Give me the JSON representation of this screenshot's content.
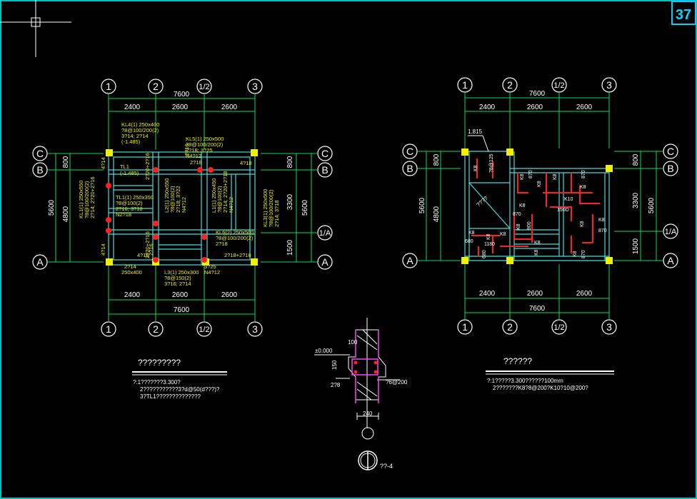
{
  "sheet": {
    "page_number": "37"
  },
  "grid_labels": {
    "g1": "1",
    "g2": "2",
    "g_half2": "1/2",
    "g3": "3",
    "gA": "A",
    "gB": "B",
    "gC": "C",
    "g_halfA": "1/A"
  },
  "dims": {
    "total_x": "7600",
    "span1": "2400",
    "span2": "2600",
    "span3": "2600",
    "total_y": "5600",
    "ab": "4800",
    "bc": "800",
    "left_a_b": "4800",
    "right_a_halfa": "1500",
    "right_halfa_b": "3300"
  },
  "left_plan": {
    "elevation": "(-1.485)",
    "beams": {
      "kl4": [
        "KL4(1) 250x400",
        "?8@100/200(2)",
        "3?14; 2?14",
        "(-1.485)"
      ],
      "kl5": [
        "KL5(1) 250x500",
        "?8@100/200(2)",
        "2?18; 3?25",
        "N4?12"
      ],
      "tl1": [
        "TL1",
        "(-1.485)"
      ],
      "kl1": [
        "KL1(1) 250x550",
        "?8@100/200(2)",
        "2?14; 2?20+2?16"
      ],
      "tl1b": [
        "TL1(1) 250x350",
        "?8@100(2)",
        "2?16; 3?18",
        "N2?18"
      ],
      "l2": [
        "L2(1) 250x550",
        "?8@100(2)",
        "2?18; 3?22",
        "N4?12"
      ],
      "l1": [
        "L1(1) 250x450",
        "?8@100(2)",
        "2?14; 2?20+2?18",
        "N4?12"
      ],
      "kl3": [
        "KL3(1) 250x500",
        "?8@100/200(2)",
        "2?14; 3?18"
      ],
      "kl6": [
        "KL6(2) 250x500",
        "?8@100/200(2)",
        "2?18"
      ],
      "l3": [
        "L3(1) 250x300",
        "?8@150(2)",
        "3?16; 2?14"
      ],
      "bottom": [
        "2?14",
        "250x400"
      ],
      "small": [
        "4?14",
        "4?18",
        "4?14",
        "2?16",
        "2?20+2?16",
        "2?16",
        "2?20+2?16",
        "4?18",
        "2?18+2?16",
        "3?25",
        "N4?12",
        "2?18",
        "4?18",
        "4?14"
      ]
    },
    "notes_title": "?????????",
    "notes": [
      "?:1???????3.300?",
      "2???????????3?d@50(d???)?",
      "3?TL1??????????????"
    ]
  },
  "right_plan": {
    "elevation": "1.815",
    "stair_label": "????",
    "bars": [
      "K8",
      "K8",
      "K8",
      "K8",
      "K8",
      "K8",
      "K8",
      "K8",
      "K8",
      "K8",
      "K10",
      "K8",
      "K8",
      "K8",
      "K8",
      "K8"
    ],
    "lengths": [
      "?8@125",
      "870",
      "870",
      "870",
      "150D",
      "870",
      "900",
      "1180",
      "680",
      "680",
      "870",
      "870"
    ],
    "notes_title": "??????",
    "notes": [
      "?:1?????3.300??????100mm",
      "2???????K8?8@200?K10?10@200?"
    ]
  },
  "section": {
    "elev": "±0.000",
    "d100": "100",
    "d150": "150",
    "d240": "240",
    "rebar": "2?8",
    "stirrup": "?6@200",
    "detail_label": "??-4"
  }
}
